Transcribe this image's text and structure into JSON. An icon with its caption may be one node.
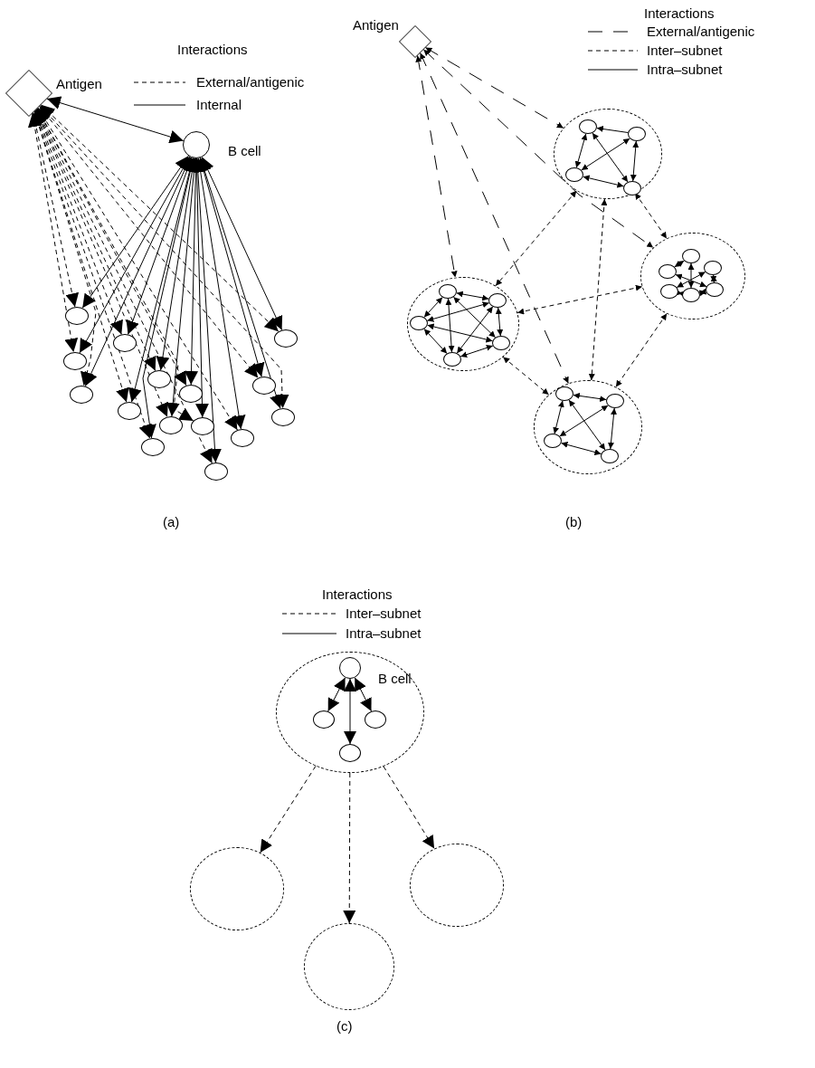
{
  "diagram": {
    "nodes": [
      {
        "text": [
          "Antigen"
        ]
      },
      {
        "text": [
          "B cell"
        ]
      },
      {
        "text": [],
        "shape": "circle"
      },
      {
        "text": [],
        "shape": "circle"
      },
      {
        "text": [],
        "shape": "circle"
      },
      {
        "text": [],
        "shape": "circle"
      },
      {
        "text": [],
        "shape": "circle"
      },
      {
        "text": [],
        "shape": "circle"
      },
      {
        "text": [],
        "shape": "circle"
      },
      {
        "text": [],
        "shape": "circle"
      },
      {
        "text": [],
        "shape": "circle"
      },
      {
        "text": [],
        "shape": "circle"
      },
      {
        "text": [],
        "shape": "circle"
      },
      {
        "text": [],
        "shape": "circle"
      },
      {
        "text": [],
        "shape": "circle"
      },
      {
        "text": [],
        "shape": "circle"
      },
      {
        "text": [],
        "shape": "circle"
      },
      {
        "text": [
          "Antigen"
        ]
      },
      {
        "text": [],
        "shape": "circle"
      },
      {
        "text": [],
        "shape": "circle",
        "in": 18
      },
      {
        "text": [],
        "shape": "circle",
        "in": 18
      },
      {
        "text": [],
        "shape": "circle",
        "in": 18
      },
      {
        "text": [],
        "shape": "circle",
        "in": 18
      },
      {
        "text": [],
        "shape": "circle"
      },
      {
        "text": [],
        "shape": "circle",
        "in": 23
      },
      {
        "text": [],
        "shape": "circle",
        "in": 23
      },
      {
        "text": [],
        "shape": "circle",
        "in": 23
      },
      {
        "text": [],
        "shape": "circle",
        "in": 23
      },
      {
        "text": [],
        "shape": "circle",
        "in": 23
      },
      {
        "text": [],
        "shape": "circle"
      },
      {
        "text": [],
        "shape": "circle",
        "in": 29
      },
      {
        "text": [],
        "shape": "circle",
        "in": 29
      },
      {
        "text": [],
        "shape": "circle",
        "in": 29
      },
      {
        "text": [],
        "shape": "circle",
        "in": 29
      },
      {
        "text": [],
        "shape": "circle",
        "in": 29
      },
      {
        "text": [],
        "shape": "circle",
        "in": 29
      },
      {
        "text": [],
        "shape": "circle"
      },
      {
        "text": [],
        "shape": "circle",
        "in": 36
      },
      {
        "text": [],
        "shape": "circle",
        "in": 36
      },
      {
        "text": [],
        "shape": "circle",
        "in": 36
      },
      {
        "text": [],
        "shape": "circle",
        "in": 36
      },
      {
        "text": [],
        "shape": "circle"
      },
      {
        "text": [
          "B cell"
        ],
        "in": 41
      },
      {
        "text": [],
        "shape": "circle",
        "in": 41
      },
      {
        "text": [],
        "shape": "circle",
        "in": 41
      },
      {
        "text": [],
        "shape": "circle",
        "in": 41
      },
      {
        "text": [],
        "shape": "circle"
      },
      {
        "text": [],
        "shape": "circle"
      },
      {
        "text": [],
        "shape": "circle"
      }
    ],
    "edges": [
      {
        "from": 0,
        "to": 1,
        "arrow": "both"
      },
      {
        "from": 1,
        "to": 2,
        "arrow": "both"
      },
      {
        "from": 0,
        "to": 2,
        "arrow": "both",
        "style": "dashed"
      },
      {
        "from": 1,
        "to": 3,
        "arrow": "both"
      },
      {
        "from": 0,
        "to": 3,
        "arrow": "both",
        "style": "dashed"
      },
      {
        "from": 1,
        "to": 4,
        "arrow": "both"
      },
      {
        "from": 0,
        "to": 4,
        "arrow": "both",
        "style": "dashed"
      },
      {
        "from": 1,
        "to": 5,
        "arrow": "both"
      },
      {
        "from": 0,
        "to": 5,
        "arrow": "both",
        "style": "dashed"
      },
      {
        "from": 1,
        "to": 6,
        "arrow": "both"
      },
      {
        "from": 0,
        "to": 6,
        "arrow": "both",
        "style": "dashed"
      },
      {
        "from": 1,
        "to": 7,
        "arrow": "both"
      },
      {
        "from": 0,
        "to": 7,
        "arrow": "both",
        "style": "dashed"
      },
      {
        "from": 1,
        "to": 8,
        "arrow": "both"
      },
      {
        "from": 0,
        "to": 8,
        "arrow": "both",
        "style": "dashed"
      },
      {
        "from": 1,
        "to": 9,
        "arrow": "both"
      },
      {
        "from": 0,
        "to": 9,
        "arrow": "both",
        "style": "dashed"
      },
      {
        "from": 1,
        "to": 10,
        "arrow": "both"
      },
      {
        "from": 0,
        "to": 10,
        "arrow": "both",
        "style": "dashed"
      },
      {
        "from": 1,
        "to": 11,
        "arrow": "both"
      },
      {
        "from": 0,
        "to": 11,
        "arrow": "both",
        "style": "dashed"
      },
      {
        "from": 1,
        "to": 12,
        "arrow": "both"
      },
      {
        "from": 0,
        "to": 12,
        "arrow": "both",
        "style": "dashed"
      },
      {
        "from": 1,
        "to": 13,
        "arrow": "both"
      },
      {
        "from": 0,
        "to": 13,
        "arrow": "both",
        "style": "dashed"
      },
      {
        "from": 1,
        "to": 14,
        "arrow": "both"
      },
      {
        "from": 0,
        "to": 14,
        "arrow": "both",
        "style": "dashed"
      },
      {
        "from": 1,
        "to": 15,
        "arrow": "both"
      },
      {
        "from": 0,
        "to": 15,
        "arrow": "both",
        "style": "dashed"
      },
      {
        "from": 1,
        "to": 16,
        "arrow": "both"
      },
      {
        "from": 0,
        "to": 16,
        "arrow": "both",
        "style": "dashed"
      },
      {
        "from": 19,
        "to": 21,
        "arrow": "both"
      },
      {
        "from": 20,
        "to": 22,
        "arrow": "both"
      },
      {
        "from": 20,
        "to": 21,
        "arrow": "both"
      },
      {
        "from": 19,
        "to": 22,
        "arrow": "both"
      },
      {
        "from": 21,
        "to": 22,
        "arrow": "both"
      },
      {
        "from": 20,
        "to": 19,
        "arrow": "to"
      },
      {
        "from": 24,
        "to": 26,
        "arrow": "both"
      },
      {
        "from": 24,
        "to": 25,
        "arrow": "both"
      },
      {
        "from": 24,
        "to": 28,
        "arrow": "both"
      },
      {
        "from": 24,
        "to": 27,
        "arrow": "both"
      },
      {
        "from": 25,
        "to": 26,
        "arrow": "both"
      },
      {
        "from": 25,
        "to": 28,
        "arrow": "both"
      },
      {
        "from": 25,
        "to": 27,
        "arrow": "both"
      },
      {
        "from": 26,
        "to": 27,
        "arrow": "both"
      },
      {
        "from": 26,
        "to": 28,
        "arrow": "both"
      },
      {
        "from": 28,
        "to": 27,
        "arrow": "both"
      },
      {
        "from": 30,
        "to": 31,
        "arrow": "both"
      },
      {
        "from": 30,
        "to": 34,
        "arrow": "both"
      },
      {
        "from": 31,
        "to": 35,
        "arrow": "both"
      },
      {
        "from": 32,
        "to": 33,
        "arrow": "both"
      },
      {
        "from": 32,
        "to": 35,
        "arrow": "both"
      },
      {
        "from": 33,
        "to": 34,
        "arrow": "both"
      },
      {
        "from": 34,
        "to": 35,
        "arrow": "both"
      },
      {
        "from": 37,
        "to": 38,
        "arrow": "both"
      },
      {
        "from": 37,
        "to": 39,
        "arrow": "both"
      },
      {
        "from": 38,
        "to": 39,
        "arrow": "both"
      },
      {
        "from": 38,
        "to": 40,
        "arrow": "both"
      },
      {
        "from": 37,
        "to": 40,
        "arrow": "both"
      },
      {
        "from": 39,
        "to": 40,
        "arrow": "both"
      },
      {
        "from": 17,
        "to": 18,
        "arrow": "both",
        "style": "dashed"
      },
      {
        "from": 17,
        "to": 23,
        "arrow": "both",
        "style": "dashed"
      },
      {
        "from": 17,
        "to": 29,
        "arrow": "both",
        "style": "dashed"
      },
      {
        "from": 17,
        "to": 36,
        "arrow": "both",
        "style": "dashed"
      },
      {
        "from": 18,
        "to": 23,
        "arrow": "both",
        "style": "dashed"
      },
      {
        "from": 18,
        "to": 29,
        "arrow": "both",
        "style": "dashed"
      },
      {
        "from": 18,
        "to": 36,
        "arrow": "both",
        "style": "dashed"
      },
      {
        "from": 23,
        "to": 29,
        "arrow": "both",
        "style": "dashed"
      },
      {
        "from": 23,
        "to": 36,
        "arrow": "both",
        "style": "dashed"
      },
      {
        "from": 29,
        "to": 36,
        "arrow": "both",
        "style": "dashed"
      },
      {
        "from": 42,
        "to": 43,
        "arrow": "both"
      },
      {
        "from": 42,
        "to": 44,
        "arrow": "both"
      },
      {
        "from": 42,
        "to": 45,
        "arrow": "both"
      },
      {
        "from": 41,
        "to": 46,
        "arrow": "to",
        "style": "dashed"
      },
      {
        "from": 41,
        "to": 47,
        "arrow": "to",
        "style": "dashed"
      },
      {
        "from": 41,
        "to": 48,
        "arrow": "to",
        "style": "dashed"
      }
    ],
    "labels": [
      "Interactions",
      "Interactions",
      "(a)",
      "(b)",
      "Interactions",
      "(c)"
    ],
    "legend": [
      {
        "text": "External/antigenic"
      },
      {
        "text": "Internal"
      },
      {
        "text": "External/antigenic"
      },
      {
        "text": "Inter–subnet"
      },
      {
        "text": "Intra–subnet"
      },
      {
        "text": "Inter–subnet"
      },
      {
        "text": "Intra–subnet"
      }
    ]
  }
}
